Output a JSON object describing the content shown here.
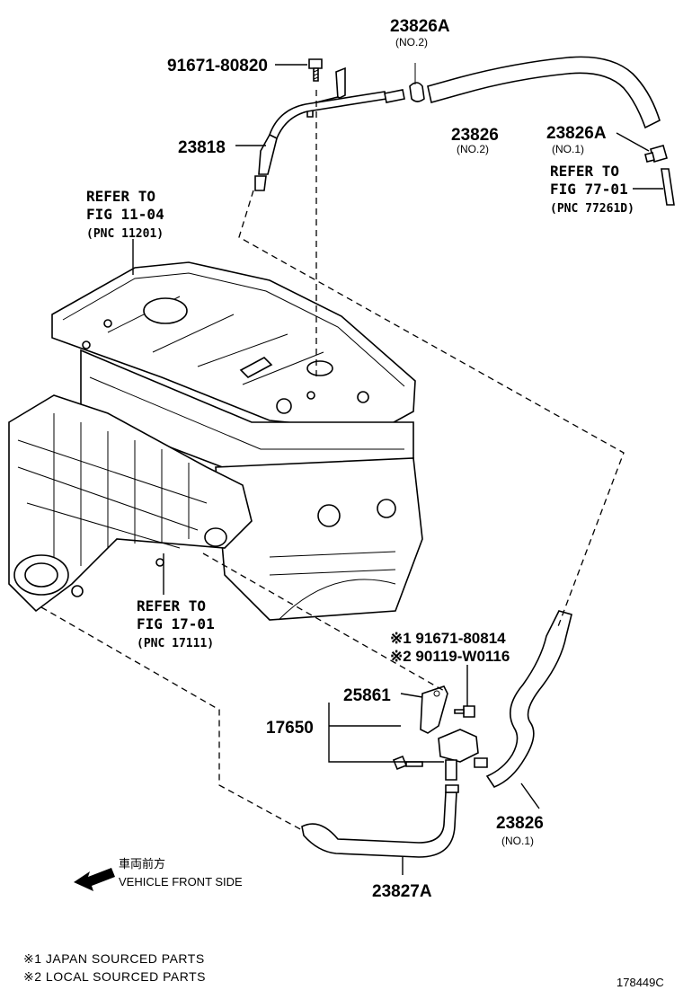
{
  "labels": {
    "p_91671_80820": "91671-80820",
    "p_23826A_top": "23826A",
    "p_23826A_top_sub": "(NO.2)",
    "p_23818": "23818",
    "p_23826_no2": "23826",
    "p_23826_no2_sub": "(NO.2)",
    "p_23826A_no1": "23826A",
    "p_23826A_no1_sub": "(NO.1)",
    "ref77_l1": "REFER TO",
    "ref77_l2": "FIG 77-01",
    "ref77_l3": "(PNC 77261D)",
    "ref11_l1": "REFER TO",
    "ref11_l2": "FIG 11-04",
    "ref11_l3": "(PNC 11201)",
    "ref17_l1": "REFER TO",
    "ref17_l2": "FIG 17-01",
    "ref17_l3": "(PNC 17111)",
    "p_91671_80814": "※1 91671-80814",
    "p_90119_W0116": "※2 90119-W0116",
    "p_25861": "25861",
    "p_17650": "17650",
    "p_23826_no1": "23826",
    "p_23826_no1_sub": "(NO.1)",
    "p_23827A": "23827A",
    "front_jp": "車両前方",
    "front_en": "VEHICLE FRONT SIDE",
    "note1": "※1 JAPAN SOURCED PARTS",
    "note2": "※2 LOCAL SOURCED PARTS",
    "diagram_id": "178449C"
  }
}
